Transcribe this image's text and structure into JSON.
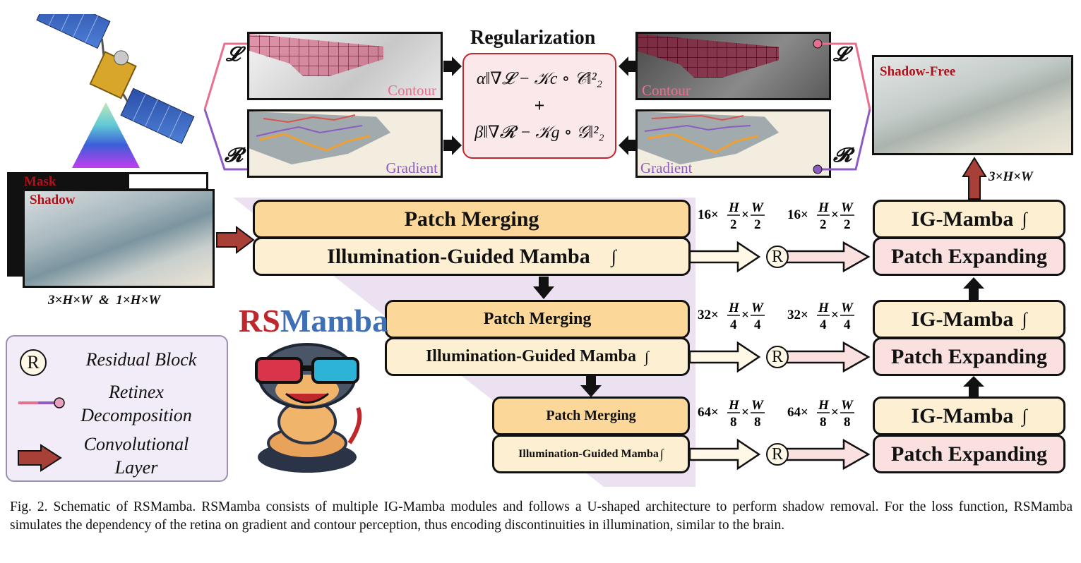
{
  "figure": {
    "input_labels": {
      "mask": "Mask",
      "shadow": "Shadow"
    },
    "input_dims": "3×H×W  &  1×H×W",
    "output_dims": "3×H×W",
    "output_label": "Shadow-Free",
    "regularization": {
      "title": "Regularization",
      "term1": "α‖∇𝓛 − 𝒦c ∘ 𝒞‖²₂",
      "plus": "+",
      "term2": "β‖∇𝓡 − 𝒦g ∘ 𝒢‖²₂"
    },
    "maps": {
      "contour": "Contour",
      "gradient": "Gradient",
      "L": "𝓛",
      "R": "𝓡"
    },
    "encoder": [
      {
        "merge": "Patch Merging",
        "mamba": "Illumination-Guided Mamba",
        "dims": "16×H/2×W/2"
      },
      {
        "merge": "Patch Merging",
        "mamba": "Illumination-Guided Mamba",
        "dims": "32×H/4×W/4"
      },
      {
        "merge": "Patch Merging",
        "mamba": "Illumination-Guided Mamba",
        "dims": "64×H/8×W/8"
      }
    ],
    "decoder": [
      {
        "igm": "IG-Mamba",
        "expand": "Patch Expanding",
        "dims": "16×H/2×W/2"
      },
      {
        "igm": "IG-Mamba",
        "expand": "Patch Expanding",
        "dims": "32×H/4×W/4"
      },
      {
        "igm": "IG-Mamba",
        "expand": "Patch Expanding",
        "dims": "64×H/8×W/8"
      }
    ],
    "dim_parts": [
      {
        "coef": "16",
        "den": "2"
      },
      {
        "coef": "32",
        "den": "4"
      },
      {
        "coef": "64",
        "den": "8"
      }
    ],
    "residual_symbol": "R",
    "brand": {
      "part1": "RS",
      "part2": "Mamba",
      "color1": "#c0272d",
      "color2": "#3f6fb5"
    },
    "legend": {
      "residual": "Residual Block",
      "retinex": "Retinex Decomposition",
      "conv": "Convolutional Layer"
    }
  },
  "caption": "Fig. 2.   Schematic of RSMamba. RSMamba consists of multiple IG-Mamba modules and follows a U-shaped architecture to perform shadow removal. For the loss function, RSMamba simulates the dependency of the retina on gradient and contour perception, thus encoding discontinuities in illumination, similar to the brain."
}
